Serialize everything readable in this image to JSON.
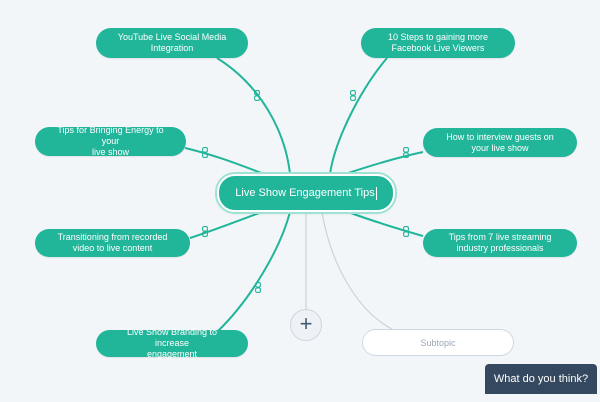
{
  "mindmap": {
    "central_topic": "Live Show Engagement Tips",
    "topics": [
      {
        "label": "YouTube Live Social Media\nIntegration"
      },
      {
        "label": "10 Steps to gaining more\nFacebook Live Viewers"
      },
      {
        "label": "Tips for Bringing Energy to your\nlive show"
      },
      {
        "label": "How to interview guests on\nyour live show"
      },
      {
        "label": "Transitioning from recorded\nvideo to live content"
      },
      {
        "label": "Tips from 7 live streaming\nindustry professionals"
      },
      {
        "label": "Live Show Branding to increase\nengagement"
      }
    ],
    "placeholder_subtopic": "Subtopic",
    "add_button_symbol": "+"
  },
  "feedback": {
    "label": "What do you think?"
  },
  "colors": {
    "background": "#f3f6f9",
    "node_fill": "#21b59a",
    "connector": "#21b59a",
    "connector_muted": "#c8d3dd",
    "feedback_fill": "#34495f"
  },
  "icons": {
    "connector_link": "link-icon",
    "add": "plus-icon"
  }
}
